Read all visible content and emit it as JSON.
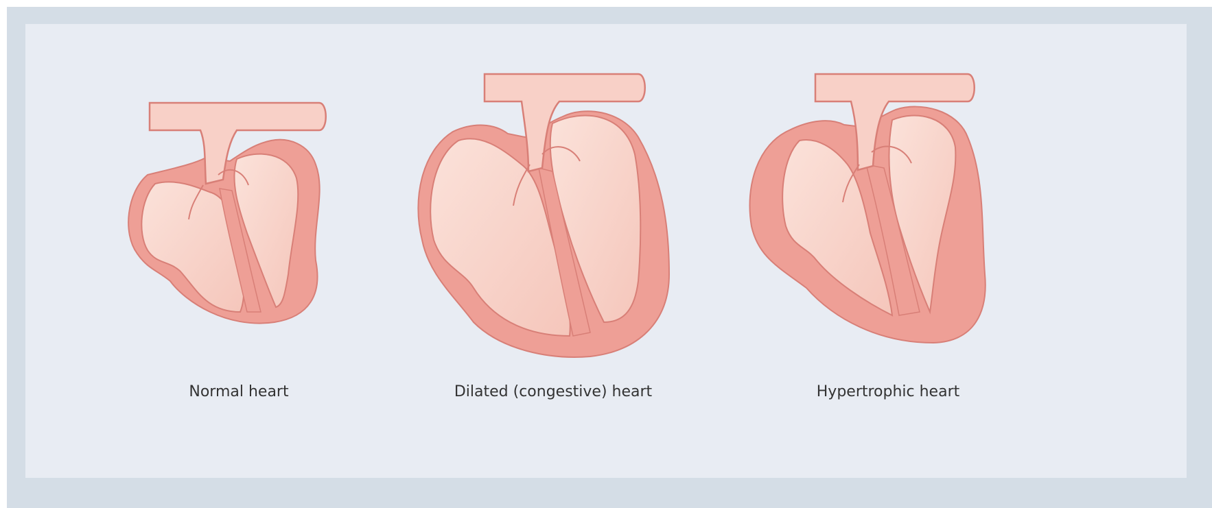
{
  "hearts": [
    {
      "id": "normal",
      "label": "Normal heart"
    },
    {
      "id": "dilated",
      "label": "Dilated (congestive) heart"
    },
    {
      "id": "hypertrophic",
      "label": "Hypertrophic heart"
    }
  ],
  "colors": {
    "frame": "#d4dde6",
    "panel": "#e8ecf3",
    "muscle": "#ee9f96",
    "muscle_outline": "#d87f77",
    "chamber": "#f8d3ca",
    "vessel": "#f8d0c7",
    "text": "#333333"
  }
}
